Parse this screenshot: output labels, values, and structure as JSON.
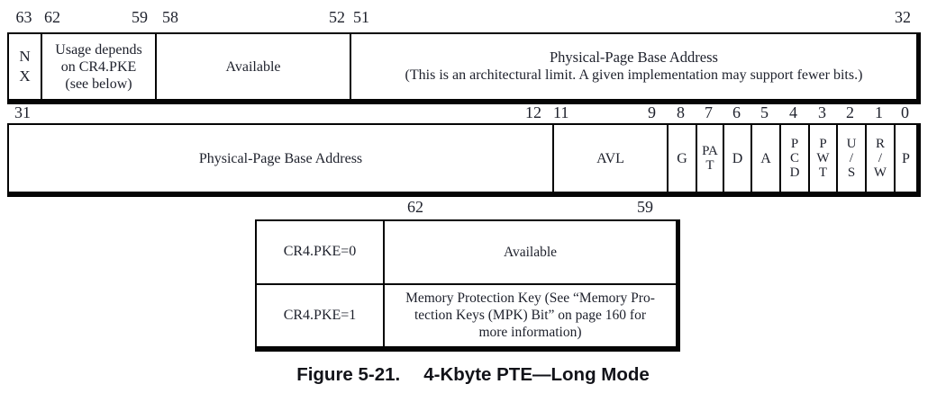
{
  "pte_upper": {
    "bit_labels": {
      "b63": "63",
      "b62": "62",
      "b59": "59",
      "b58": "58",
      "b52": "52",
      "b51": "51",
      "b32": "32"
    },
    "fields": {
      "nx": "N\nX",
      "pke_usage": "Usage depends\non CR4.PKE\n(see below)",
      "available": "Available",
      "base_title": "Physical-Page Base Address",
      "base_note": "(This is an architectural limit. A given implementation may support fewer bits.)"
    }
  },
  "pte_lower": {
    "bit_labels": {
      "b31": "31",
      "b12": "12",
      "b11": "11",
      "b9": "9",
      "b8": "8",
      "b7": "7",
      "b6": "6",
      "b5": "5",
      "b4": "4",
      "b3": "3",
      "b2": "2",
      "b1": "1",
      "b0": "0"
    },
    "fields": {
      "base": "Physical-Page Base Address",
      "avl": "AVL",
      "g": "G",
      "pat": "PA\nT",
      "d": "D",
      "a": "A",
      "pcd": "P\nC\nD",
      "pwt": "P\nW\nT",
      "us": "U\n/\nS",
      "rw": "R\n/\nW",
      "p": "P"
    }
  },
  "pke_table": {
    "bit_left": "62",
    "bit_right": "59",
    "rows": [
      {
        "condition": "CR4.PKE=0",
        "description": "Available"
      },
      {
        "condition": "CR4.PKE=1",
        "description": "Memory Protection Key (See “Memory Pro-\ntection Keys (MPK) Bit” on page 160 for\nmore information)"
      }
    ]
  },
  "caption": {
    "label": "Figure 5-21.",
    "title": "4-Kbyte PTE—Long Mode"
  }
}
